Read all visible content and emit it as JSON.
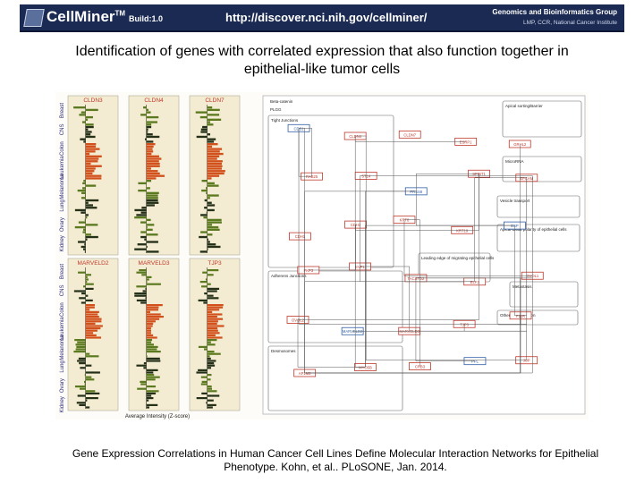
{
  "header": {
    "app_name": "CellMiner",
    "trademark": "TM",
    "build": "Build:1.0",
    "url": "http://discover.nci.nih.gov/cellminer/",
    "group_name": "Genomics and Bioinformatics Group",
    "group_sub": "LMP, CCR, National Cancer Institute"
  },
  "slide": {
    "title_line1": "Identification of genes with correlated expression that also function together in",
    "title_line2": "epithelial-like tumor cells",
    "caption_line1": "Gene Expression Correlations in Human Cancer Cell Lines Define Molecular Interaction Networks for Epithelial",
    "caption_line2": "Phenotype. Kohn, et al.. PLoSONE, Jan. 2014."
  },
  "figure": {
    "panel_titles": [
      "CLDN3",
      "CLDN4",
      "CLDN7",
      "MARVELD2",
      "MARVELD3",
      "TJP3"
    ],
    "tissue_labels": [
      "Breast",
      "CNS",
      "Colon",
      "Leukemia",
      "Melanoma",
      "Lung",
      "Ovary",
      "Kidney"
    ],
    "x_axis_label": "Average Intensity (Z-score)",
    "network_labels": {
      "upstream_1": "Beta-catenin",
      "upstream_2": "PLGG",
      "tight_junctions": "Tight Junctions",
      "apical_sorting": "Apical sorting/Barrier",
      "microrna": "MicroRNA",
      "vesicle_transport": "Vesicle transport",
      "apical_basal": "Apical-basal polarity of epithelial cells",
      "adherens": "Adherens Junctions",
      "leading_edge": "Leading edge of migrating epithelial cells",
      "desmosomes": "Desmosomes",
      "metastasis": "Metastasis",
      "other_differentiation": "Other differentiation"
    },
    "node_labels": [
      "CDS1",
      "CLDN4",
      "CLDN7",
      "ESRP1",
      "GRHL2",
      "RAB25",
      "ST14",
      "PRSS8",
      "SPINT1",
      "EPCAM",
      "CDH1",
      "CDH3",
      "KRT8",
      "KRT19",
      "DSP",
      "PKP3",
      "EVPL",
      "TACSTD2",
      "ELF3",
      "OVOL1",
      "OVOL2",
      "MARVELD2",
      "MARVELD3",
      "TJP3",
      "F11R",
      "AP1M2",
      "MYO5B",
      "CRB3",
      "PPL",
      "JUP"
    ]
  },
  "colors": {
    "banner": "#1b2a52",
    "bar_green": "#5b7a1f",
    "bar_orange": "#d2501c",
    "bar_dark": "#243018",
    "panel_bg": "#f4ecd2",
    "node_red": "#c0392b",
    "node_blue": "#2f5ea8",
    "edge": "#555555"
  }
}
